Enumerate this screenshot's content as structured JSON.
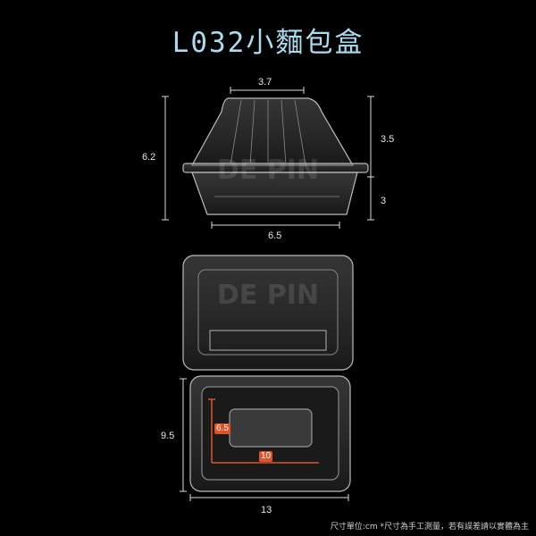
{
  "title": "L032小麵包盒",
  "watermark": "DE PIN",
  "side_view": {
    "top_width": "3.7",
    "total_height": "6.2",
    "lid_height": "3.5",
    "base_height": "3",
    "bottom_width": "6.5"
  },
  "top_view": {
    "outer_depth": "9.5",
    "outer_width": "13",
    "inner_depth": "6.5",
    "inner_width": "10"
  },
  "footer_note": "尺寸單位:cm *尺寸為手工測量，若有誤差請以實體為主",
  "colors": {
    "title": "#a9dcef",
    "accent": "#e0532a",
    "background": "#000000"
  }
}
